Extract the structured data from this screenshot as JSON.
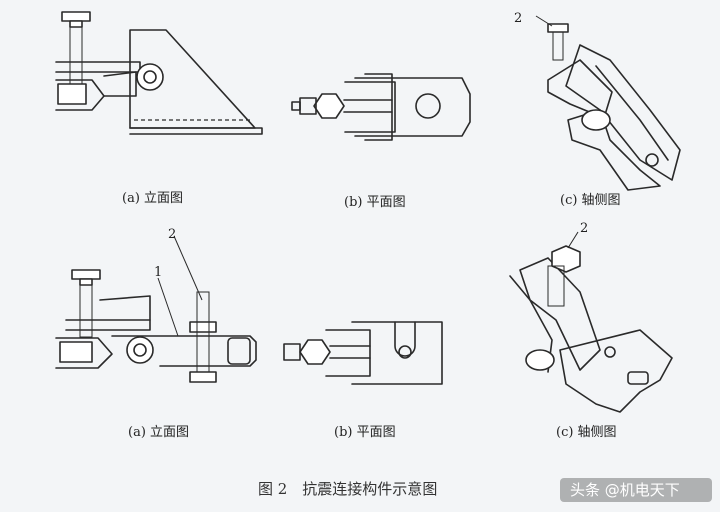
{
  "figure": {
    "title": "图 2　抗震连接构件示意图",
    "watermark": "头条 @机电天下",
    "top_row": {
      "captions": [
        "(a)  立面图",
        "(b)  平面图",
        "(c)  轴侧图"
      ],
      "callout": "2"
    },
    "bottom_row": {
      "captions": [
        "(a)  立面图",
        "(b)  平面图",
        "(c)  轴侧图"
      ],
      "callout_1": "1",
      "callout_2": "2",
      "callout_c": "2"
    }
  }
}
